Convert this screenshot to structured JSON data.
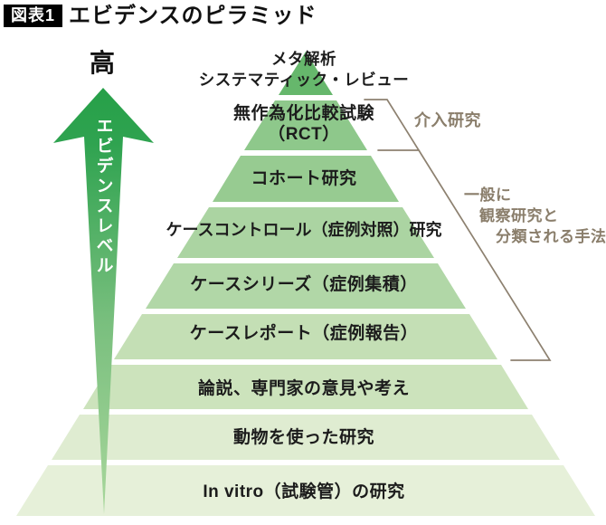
{
  "title": {
    "tag": "図表1",
    "text": "エビデンスのピラミッド"
  },
  "evidence_axis": {
    "high_label": "高",
    "arrow_label": "エビデンスレベル",
    "arrow_gradient_top": "#26a048",
    "arrow_gradient_mid": "#5db269",
    "arrow_gradient_bottom": "#a9d79c"
  },
  "pyramid": {
    "levels": [
      {
        "rank": 1,
        "label": "メタ解析",
        "label2": "システマティック・レビュー",
        "color": "#66b76c"
      },
      {
        "rank": 2,
        "label": "無作為化比較試験",
        "label2": "（RCT）",
        "color": "#8ec88b"
      },
      {
        "rank": 3,
        "label": "コホート研究",
        "color": "#97cb91"
      },
      {
        "rank": 4,
        "label": "ケースコントロール（症例対照）研究",
        "color": "#abd4a2"
      },
      {
        "rank": 5,
        "label": "ケースシリーズ（症例集積）",
        "color": "#b1d7a7"
      },
      {
        "rank": 6,
        "label": "ケースレポート（症例報告）",
        "color": "#c4dfb5"
      },
      {
        "rank": 7,
        "label": "論説、専門家の意見や考え",
        "color": "#cce3bc"
      },
      {
        "rank": 8,
        "label": "動物を使った研究",
        "color": "#dfecd1"
      },
      {
        "rank": 9,
        "label": "In vitro（試験管）の研究",
        "color": "#e6f0d9"
      }
    ]
  },
  "annotations": {
    "intervention_label": "介入研究",
    "observational_line1": "一般に",
    "observational_line2": "観察研究と",
    "observational_line3": "分類される手法",
    "bracket_color": "#8d8170",
    "text_color": "#8a7e6b"
  }
}
